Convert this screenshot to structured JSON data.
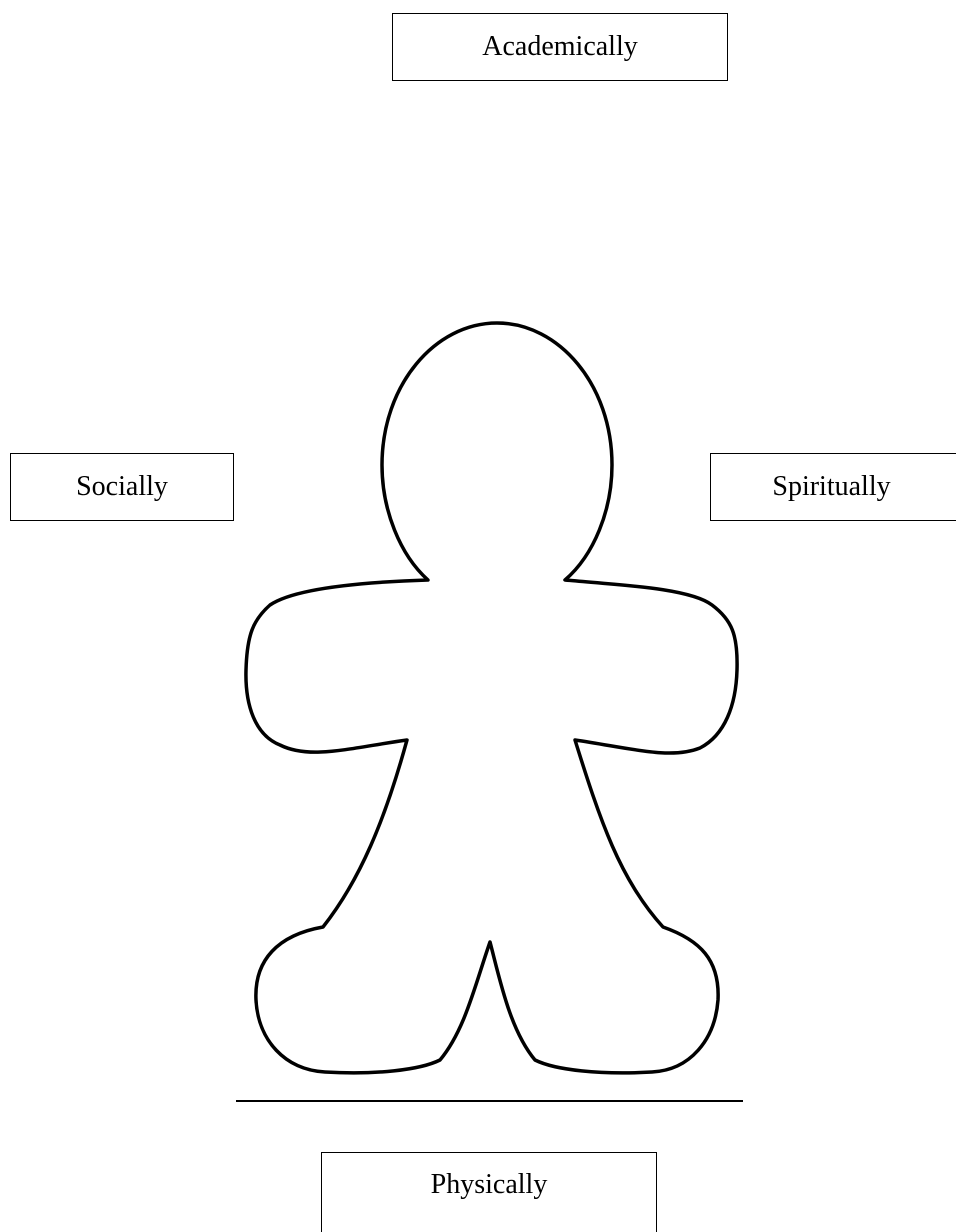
{
  "labels": {
    "academically": "Academically",
    "socially": "Socially",
    "spiritually": "Spiritually",
    "physically": "Physically"
  },
  "figure": {
    "icon": "gingerbread-person-outline-icon",
    "stroke_color": "#000000",
    "fill_color": "#ffffff"
  }
}
